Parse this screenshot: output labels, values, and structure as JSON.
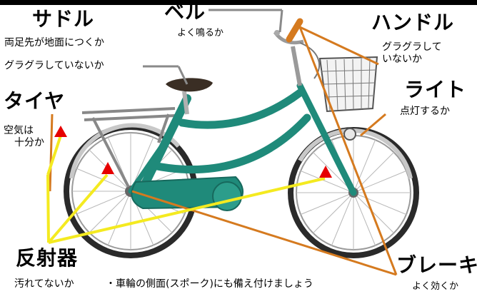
{
  "labels": {
    "saddle": {
      "title": "サドル",
      "lines": [
        "両足先が地面につくか",
        "グラグラしていないか"
      ]
    },
    "bell": {
      "title": "ベル",
      "lines": [
        "よく鳴るか"
      ]
    },
    "handle": {
      "title": "ハンドル",
      "lines": [
        "グラグラして",
        "いないか"
      ]
    },
    "light": {
      "title": "ライト",
      "lines": [
        "点灯するか"
      ]
    },
    "tire": {
      "title": "タイヤ",
      "lines": [
        "空気は",
        "十分か"
      ]
    },
    "reflector": {
      "title": "反射器",
      "lines": [
        "汚れてないか",
        "・車輪の側面(スポーク)にも備え付けましょう"
      ]
    },
    "brake": {
      "title": "ブレーキ",
      "lines": [
        "よく効くか"
      ]
    }
  },
  "colors": {
    "leader_orange": "#d57a1f",
    "leader_gray": "#8a8a8a",
    "leader_yellow": "#f4ea20",
    "frame_teal": "#1f8a7a",
    "marker_red": "#e60000"
  }
}
